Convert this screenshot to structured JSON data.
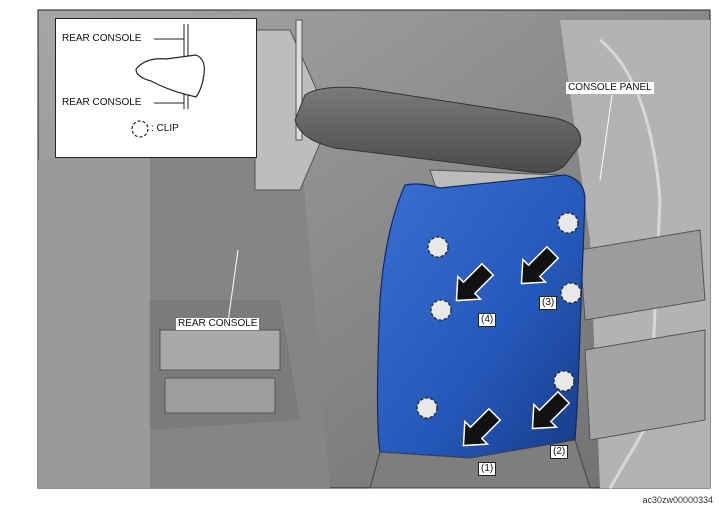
{
  "labels": {
    "rear_console_main": "REAR CONSOLE",
    "console_panel": "CONSOLE PANEL"
  },
  "inset": {
    "top_label": "REAR CONSOLE",
    "bottom_label": "REAR CONSOLE",
    "legend_text": ": CLIP"
  },
  "steps": [
    "(1)",
    "(2)",
    "(3)",
    "(4)"
  ],
  "figure_id": "ac30zw00000334",
  "colors": {
    "panel_blue": "#2457b8",
    "panel_blue_dark": "#173a86",
    "background_gray": "#8e8e8e",
    "armrest": "#5f5f5f",
    "frame": "#222222"
  }
}
